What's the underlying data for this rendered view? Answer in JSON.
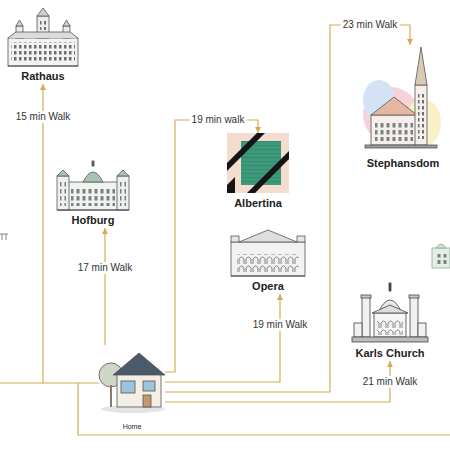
{
  "diagram": {
    "nodes": [
      {
        "text": [
          "Rathaus"
        ]
      },
      {
        "text": [
          "Hofburg"
        ]
      },
      {
        "text": [
          "Albertina"
        ]
      },
      {
        "text": [
          "Stephansdom"
        ]
      },
      {
        "text": [
          "Opera"
        ]
      },
      {
        "text": [
          "Karls Church"
        ]
      },
      {
        "text": [
          "Home"
        ]
      }
    ],
    "edges": [
      {
        "from": 6,
        "to": 0,
        "arrow": "to",
        "label": "15 min Walk"
      },
      {
        "from": 6,
        "to": 1,
        "arrow": "to",
        "label": "17 min Walk"
      },
      {
        "from": 6,
        "to": 2,
        "arrow": "to",
        "label": "19 min walk"
      },
      {
        "from": 6,
        "to": 3,
        "arrow": "to",
        "label": "23 min Walk"
      },
      {
        "from": 6,
        "to": 4,
        "arrow": "to",
        "label": "19 min Walk"
      },
      {
        "from": 6,
        "to": 5,
        "arrow": "to",
        "label": "21 min Walk"
      }
    ]
  }
}
